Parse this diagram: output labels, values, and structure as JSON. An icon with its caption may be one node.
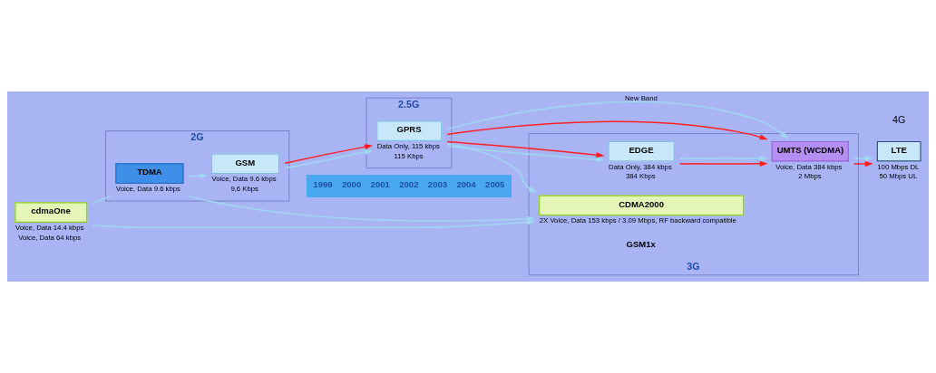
{
  "diagram": {
    "nodes": [
      {
        "text": [
          "2G"
        ]
      },
      {
        "text": [
          "2.5G"
        ]
      },
      {
        "text": [
          "3G"
        ]
      },
      {
        "text": [
          "cdmaOne"
        ],
        "beside": [
          "Voice, Data 14.4 kbps",
          "Voice, Data 64 kbps"
        ]
      },
      {
        "text": [
          "TDMA"
        ],
        "in": 0,
        "beside": [
          "Voice, Data 9.6 kbps"
        ]
      },
      {
        "text": [
          "GSM"
        ],
        "in": 0,
        "beside": [
          "Voice, Data 9.6 kbps",
          "9,6 Kbps"
        ]
      },
      {
        "text": [
          "GPRS"
        ],
        "in": 1,
        "beside": [
          "Data Only, 115 kbps",
          "115 Kbps"
        ]
      },
      {
        "text": [
          "CDMA2000"
        ],
        "in": 2,
        "beside": [
          "2X Voice, Data 153 kbps / 3.09 Mbps, RF backward compatible"
        ]
      },
      {
        "text": [
          "UMTS (WCDMA)"
        ],
        "in": 2,
        "beside": [
          "Voice, Data 384 kbps",
          "2 Mbps"
        ]
      },
      {
        "text": [
          "EDGE"
        ],
        "in": 2,
        "beside": [
          "Data Only, 384 kbps",
          "384 Kbps"
        ]
      },
      {
        "text": [
          "LTE"
        ],
        "beside": [
          "100 Mbps DL",
          "50 Mbps UL"
        ]
      }
    ],
    "edges": [
      {
        "from": 3,
        "to": 7,
        "arrow": "to"
      },
      {
        "from": 4,
        "to": 7,
        "arrow": "to"
      },
      {
        "from": 3,
        "to": 4,
        "arrow": "none"
      },
      {
        "from": 4,
        "to": 5,
        "arrow": "to"
      },
      {
        "from": 5,
        "to": 6,
        "arrow": "to"
      },
      {
        "from": 5,
        "to": 6,
        "arrow": "to",
        "color": "#ff2020"
      },
      {
        "from": 6,
        "to": 7,
        "arrow": "to"
      },
      {
        "from": 6,
        "to": 8,
        "arrow": "to",
        "label": "New Band"
      },
      {
        "from": 6,
        "to": 8,
        "arrow": "to",
        "color": "#ff2020"
      },
      {
        "from": 6,
        "to": 9,
        "arrow": "to"
      },
      {
        "from": 6,
        "to": 9,
        "arrow": "to",
        "color": "#ff2020"
      },
      {
        "from": 9,
        "to": 8,
        "arrow": "to",
        "color": "#ff2020"
      },
      {
        "from": 9,
        "to": 8,
        "arrow": "to"
      },
      {
        "from": 8,
        "to": 10,
        "arrow": "to",
        "color": "#ff2020"
      },
      {
        "from": 8,
        "to": 10,
        "arrow": "to"
      }
    ],
    "labels": [
      "4G",
      "GSM1x",
      "1999",
      "2000",
      "2001",
      "2002",
      "2003",
      "2004",
      "2005"
    ]
  }
}
